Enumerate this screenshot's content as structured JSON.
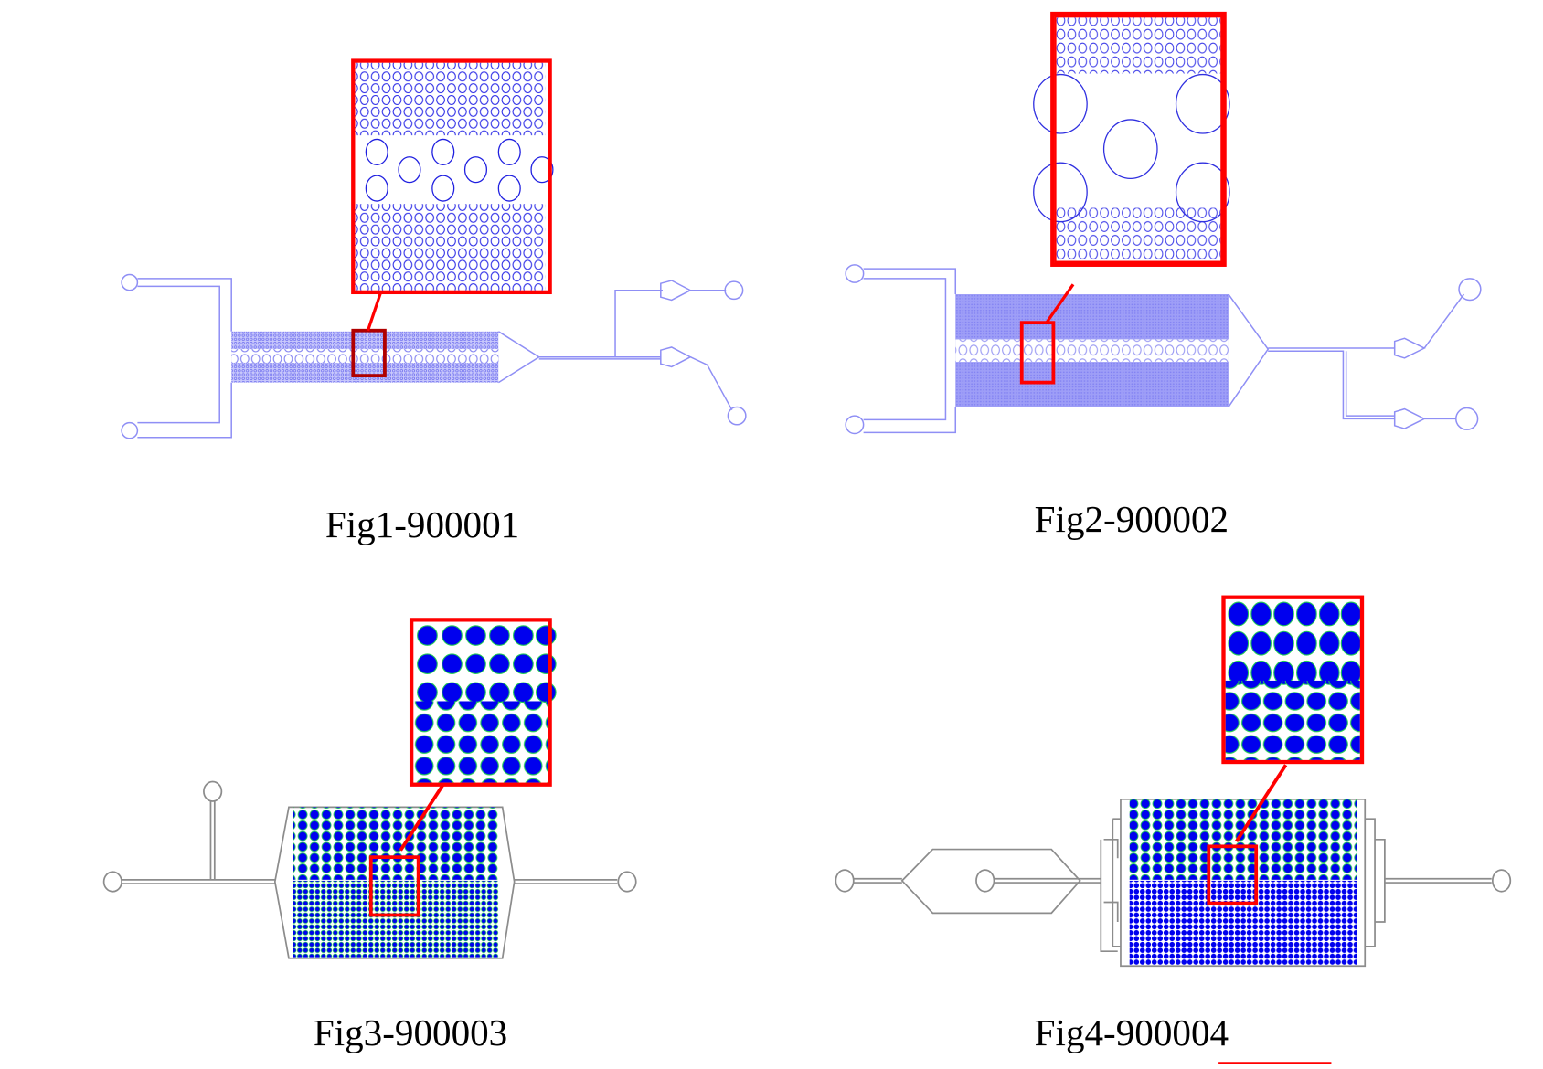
{
  "figures": [
    {
      "id": "fig1",
      "caption": "Fig1-900001",
      "style": "outline",
      "zoom_inset": "large-pillars-between-small-pillar-arrays"
    },
    {
      "id": "fig2",
      "caption": "Fig2-900002",
      "style": "outline",
      "zoom_inset": "large-pillars-between-small-pillar-arrays"
    },
    {
      "id": "fig3",
      "caption": "Fig3-900003",
      "style": "filled",
      "zoom_inset": "large-pillars-above-small-pillar-array"
    },
    {
      "id": "fig4",
      "caption": "Fig4-900004",
      "style": "filled",
      "zoom_inset": "large-pillars-above-small-pillar-array"
    }
  ],
  "colors": {
    "channel_outline": "#8f8ff5",
    "pillar_outline": "#2020e0",
    "pillar_fill": "#0000ee",
    "pillar_rim": "#22cc55",
    "channel_gray": "#8c8c8c",
    "highlight_red": "#ff0000",
    "highlight_dark_red": "#b00000"
  }
}
